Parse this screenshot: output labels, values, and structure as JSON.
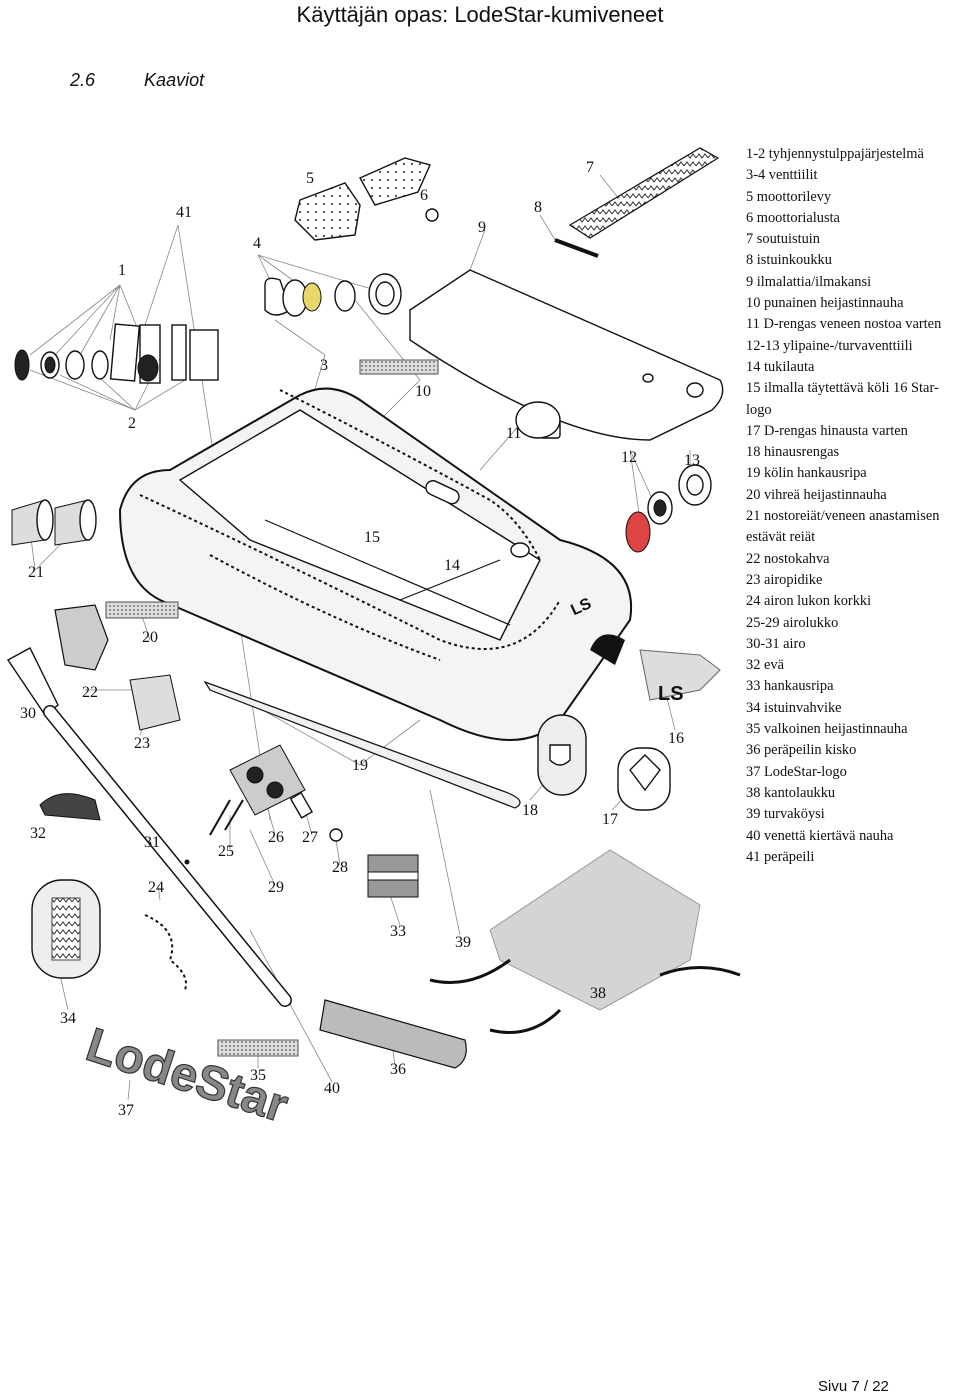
{
  "header": {
    "title": "Käyttäjän opas: LodeStar-kumiveneet"
  },
  "section": {
    "number": "2.6",
    "title": "Kaaviot"
  },
  "diagram": {
    "callouts": [
      "1",
      "2",
      "3",
      "4",
      "5",
      "6",
      "7",
      "8",
      "9",
      "10",
      "11",
      "12",
      "13",
      "14",
      "15",
      "16",
      "17",
      "18",
      "19",
      "20",
      "21",
      "22",
      "23",
      "24",
      "25",
      "26",
      "27",
      "28",
      "29",
      "30",
      "31",
      "32",
      "33",
      "34",
      "35",
      "36",
      "37",
      "38",
      "39",
      "40",
      "41"
    ],
    "logo_text": "LodeStar",
    "small_logo_text": "LS"
  },
  "legend": [
    "1-2 tyhjennystulppajärjestelmä",
    "3-4 venttiilit",
    "5 moottorilevy",
    "6 moottorialusta",
    "7 soutuistuin",
    "8 istuinkoukku",
    "9 ilmalattia/ilmakansi",
    "10 punainen heijastinnauha",
    "11 D-rengas veneen nostoa varten",
    "12-13 ylipaine-/turvaventtiili",
    "14 tukilauta",
    "15 ilmalla täytettävä köli 16 Star-logo",
    "17 D-rengas hinausta varten",
    "18 hinausrengas",
    "19 kölin hankausripa",
    "20 vihreä heijastinnauha",
    "21 nostoreiät/veneen anastamisen estävät reiät",
    "22 nostokahva",
    "23 airopidike",
    "24 airon lukon korkki",
    "25-29 airolukko",
    "30-31 airo",
    "32 evä",
    "33 hankausripa",
    "34 istuinvahvike",
    "35 valkoinen heijastinnauha",
    "36 peräpeilin kisko",
    "37 LodeStar-logo",
    "38 kantolaukku",
    "39 turvaköysi",
    "40 venettä kiertävä nauha",
    "41 peräpeili"
  ],
  "footer": {
    "page": "Sivu 7 / 22"
  }
}
